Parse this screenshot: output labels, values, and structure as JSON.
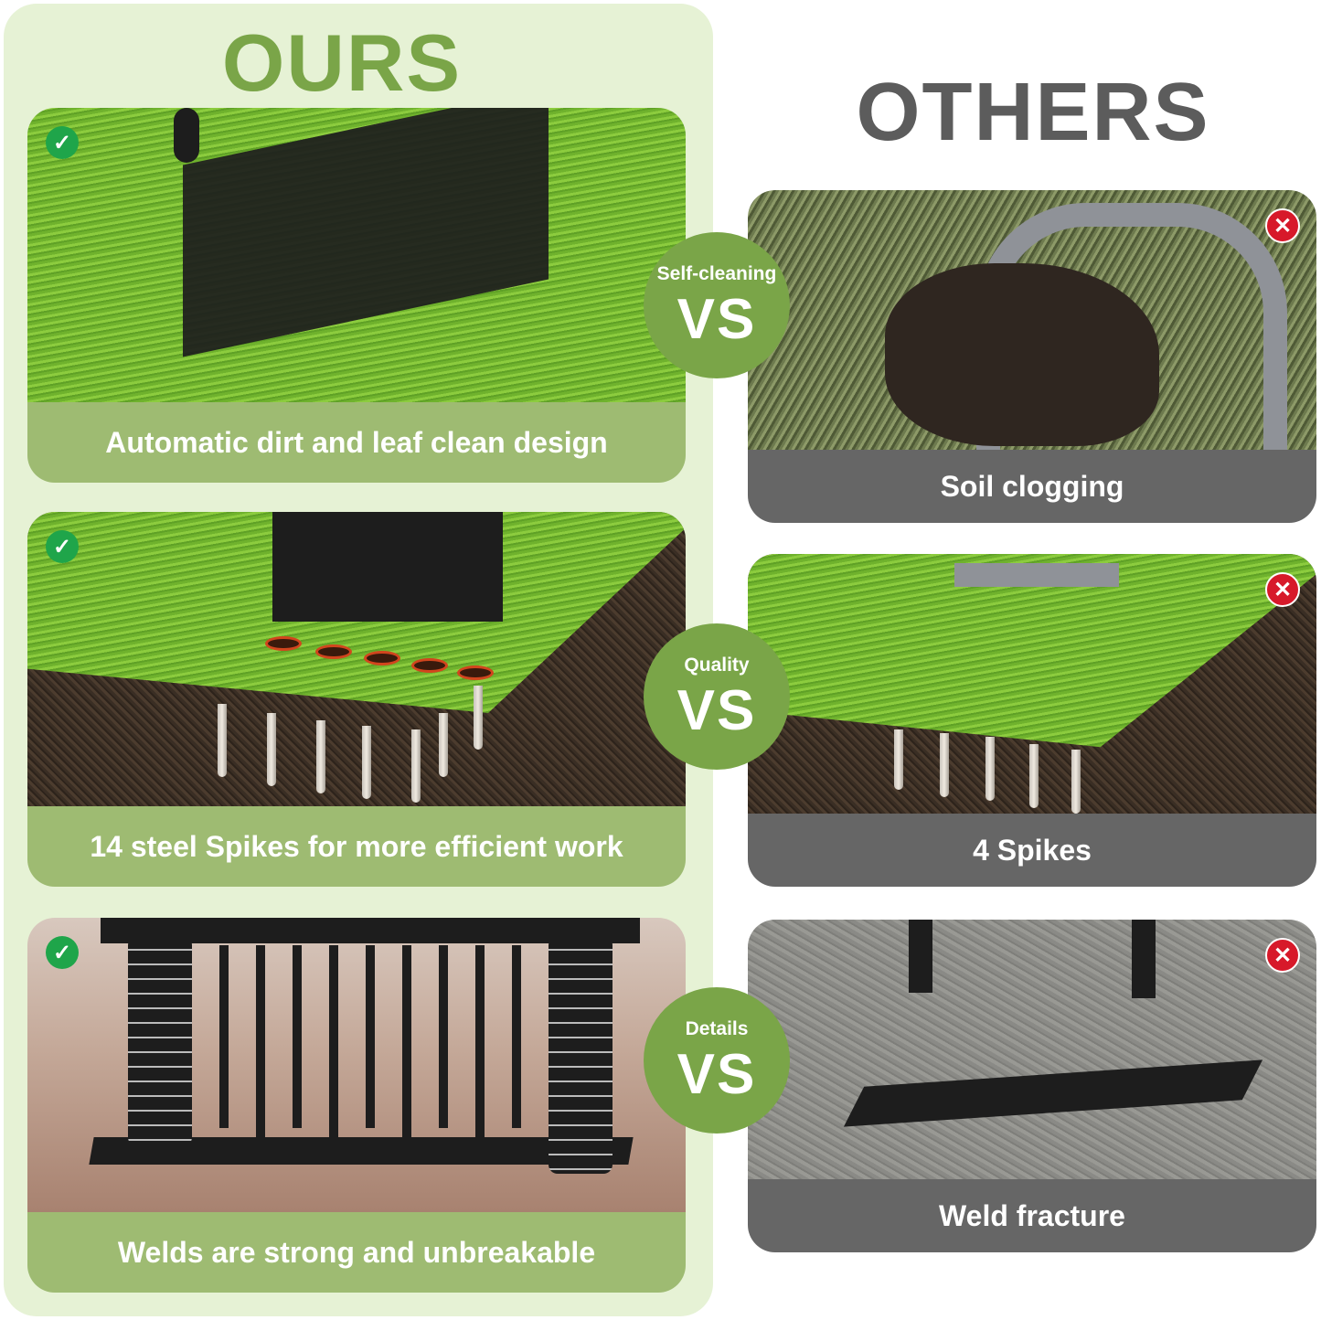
{
  "ours": {
    "title": "OURS",
    "cards": [
      {
        "caption": "Automatic dirt and leaf clean design",
        "badge": "check-icon"
      },
      {
        "caption": "14 steel Spikes for more efficient work",
        "badge": "check-icon"
      },
      {
        "caption": "Welds are strong and unbreakable",
        "badge": "check-icon"
      }
    ]
  },
  "others": {
    "title": "OTHERS",
    "cards": [
      {
        "caption": "Soil clogging",
        "badge": "cross-icon"
      },
      {
        "caption": "4 Spikes",
        "badge": "cross-icon"
      },
      {
        "caption": "Weld fracture",
        "badge": "cross-icon"
      }
    ]
  },
  "comparisons": [
    {
      "label": "Self-cleaning",
      "vs": "VS"
    },
    {
      "label": "Quality",
      "vs": "VS"
    },
    {
      "label": "Details",
      "vs": "VS"
    }
  ],
  "icons": {
    "check": "✓",
    "cross": "✕"
  },
  "colors": {
    "ours_green": "#7aa548",
    "ours_bg": "#e6f2d5",
    "caption_green": "#9ebb72",
    "others_gray": "#666666",
    "check_green": "#1fa54a",
    "cross_red": "#d7192a"
  }
}
